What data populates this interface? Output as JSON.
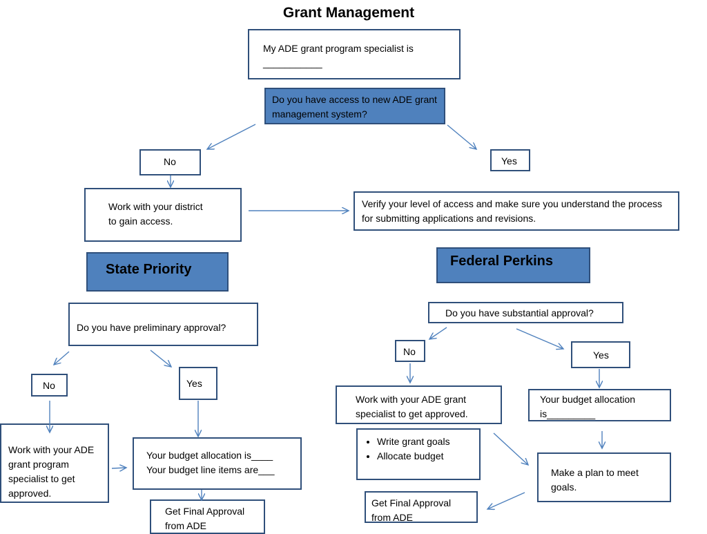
{
  "title": "Grant Management",
  "top": {
    "specialist": "My ADE grant program specialist is\n___________",
    "access_question": "Do you have access to new ADE grant management system?",
    "no": "No",
    "yes": "Yes",
    "work_district": "Work with your district\nto gain access.",
    "verify": "Verify your level of access and make sure you understand the process for submitting applications and revisions."
  },
  "state_priority": {
    "heading": "State Priority",
    "question": "Do you have preliminary approval?",
    "no": "No",
    "yes": "Yes",
    "work_specialist": "Work with your ADE grant program specialist to get approved.",
    "budget": "Your budget allocation is____\nYour budget line items are___",
    "final": "Get Final Approval from ADE"
  },
  "federal_perkins": {
    "heading": "Federal Perkins",
    "question": "Do you have substantial approval?",
    "no": "No",
    "yes": "Yes",
    "work_specialist": "Work with your ADE grant\nspecialist to get approved.",
    "budget": "Your budget allocation\nis_________",
    "bullets": [
      "Write grant goals",
      "Allocate budget"
    ],
    "plan": "Make a plan to meet goals.",
    "final": "Get Final Approval\nfrom ADE"
  },
  "colors": {
    "box_border": "#2f4f7a",
    "heading_fill": "#4f81bd",
    "arrow": "#4f81bd"
  }
}
